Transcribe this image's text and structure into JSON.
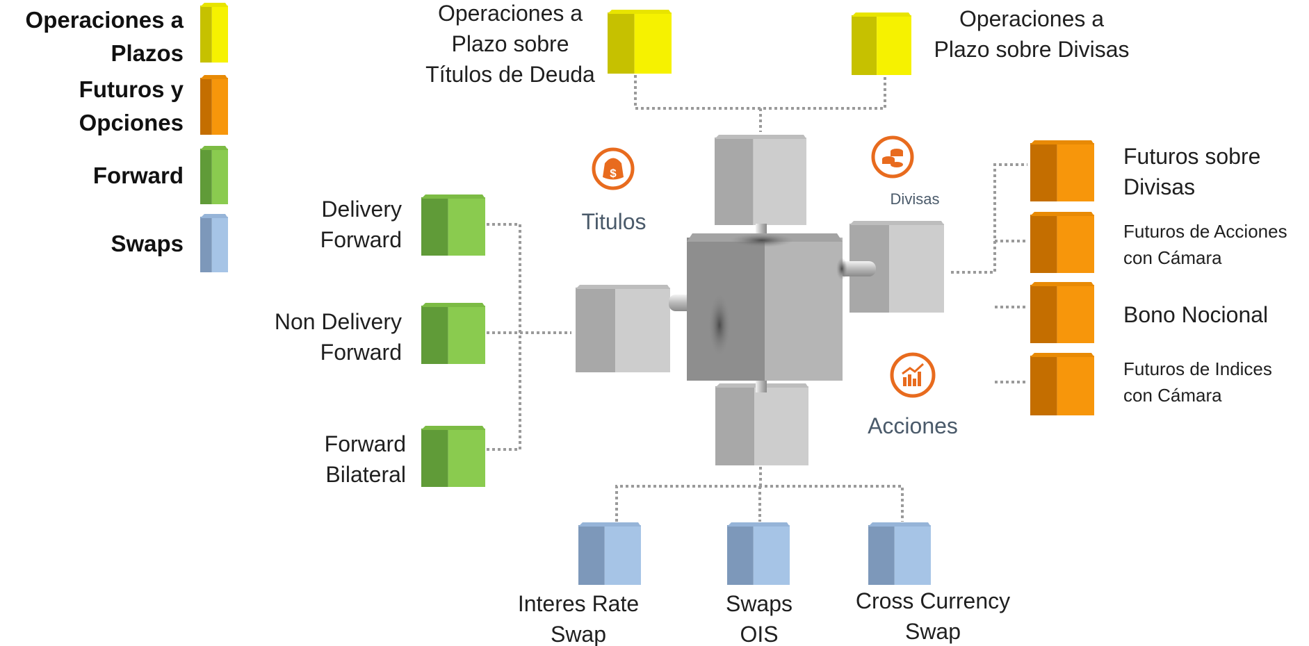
{
  "colors": {
    "yellow": [
      "#c6c100",
      "#f6f200",
      "#e8e400"
    ],
    "orange": [
      "#c46e00",
      "#f7960b",
      "#e88a05"
    ],
    "green": [
      "#609b38",
      "#8acb4f",
      "#7cbb44"
    ],
    "blue": [
      "#7d98ba",
      "#a6c4e6",
      "#96b4d8"
    ],
    "gray_cube": [
      "#a8a8a8",
      "#cdcdcd",
      "#bdbdbd"
    ],
    "icon_accent": "#e86b1e",
    "connector": "#9a9a9a"
  },
  "legend": [
    {
      "lines": [
        "Operaciones a",
        "Plazos"
      ],
      "color": "yellow"
    },
    {
      "lines": [
        "Futuros y",
        "Opciones"
      ],
      "color": "orange"
    },
    {
      "lines": [
        "Forward"
      ],
      "color": "green"
    },
    {
      "lines": [
        "Swaps"
      ],
      "color": "blue"
    }
  ],
  "categories": {
    "titulos": {
      "label": "Titulos",
      "icon": "money-bag-icon"
    },
    "divisas": {
      "label": "Divisas",
      "icon": "coin-stack-icon"
    },
    "acciones": {
      "label": "Acciones",
      "icon": "bar-chart-icon"
    }
  },
  "top_items": [
    {
      "lines": [
        "Operaciones a",
        "Plazo sobre",
        "Títulos de Deuda"
      ],
      "color": "yellow"
    },
    {
      "lines": [
        "Operaciones a",
        "Plazo sobre Divisas"
      ],
      "color": "yellow"
    }
  ],
  "left_items": [
    {
      "lines": [
        "Delivery",
        "Forward"
      ],
      "color": "green"
    },
    {
      "lines": [
        "Non Delivery",
        "Forward"
      ],
      "color": "green"
    },
    {
      "lines": [
        "Forward",
        "Bilateral"
      ],
      "color": "green"
    }
  ],
  "right_items": [
    {
      "lines": [
        "Futuros sobre",
        "Divisas"
      ],
      "color": "orange"
    },
    {
      "lines": [
        "Futuros de Acciones",
        "con Cámara"
      ],
      "color": "orange"
    },
    {
      "lines": [
        "Bono Nocional"
      ],
      "color": "orange"
    },
    {
      "lines": [
        "Futuros de Indices",
        "con Cámara"
      ],
      "color": "orange"
    }
  ],
  "bottom_items": [
    {
      "lines": [
        "Interes Rate",
        "Swap"
      ],
      "color": "blue"
    },
    {
      "lines": [
        "Swaps",
        "OIS"
      ],
      "color": "blue"
    },
    {
      "lines": [
        "Cross Currency",
        "Swap"
      ],
      "color": "blue"
    }
  ]
}
